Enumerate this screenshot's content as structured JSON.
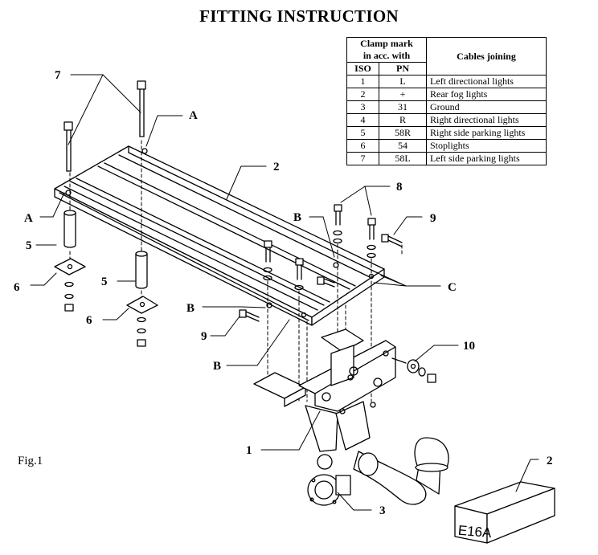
{
  "title": "FITTING INSTRUCTION",
  "figure_label": "Fig.1",
  "table": {
    "header_group": "Clamp mark in acc. with",
    "header_group_line1": "Clamp mark",
    "header_group_line2": "in acc. with",
    "col_iso": "ISO",
    "col_pn": "PN",
    "col_cables": "Cables joining",
    "rows": [
      {
        "iso": "1",
        "pn": "L",
        "cable": "Left directional lights"
      },
      {
        "iso": "2",
        "pn": "+",
        "cable": "Rear fog lights"
      },
      {
        "iso": "3",
        "pn": "31",
        "cable": "Ground"
      },
      {
        "iso": "4",
        "pn": "R",
        "cable": "Right directional lights"
      },
      {
        "iso": "5",
        "pn": "58R",
        "cable": "Right side parking lights"
      },
      {
        "iso": "6",
        "pn": "54",
        "cable": "Stoplights"
      },
      {
        "iso": "7",
        "pn": "58L",
        "cable": "Left side parking lights"
      }
    ]
  },
  "callouts": {
    "n1": "1",
    "n2": "2",
    "n3": "3",
    "n5": "5",
    "n6": "6",
    "n7": "7",
    "n8": "8",
    "n9": "9",
    "n10": "10",
    "a": "A",
    "b": "B",
    "c": "C"
  },
  "box_label": "E16A"
}
